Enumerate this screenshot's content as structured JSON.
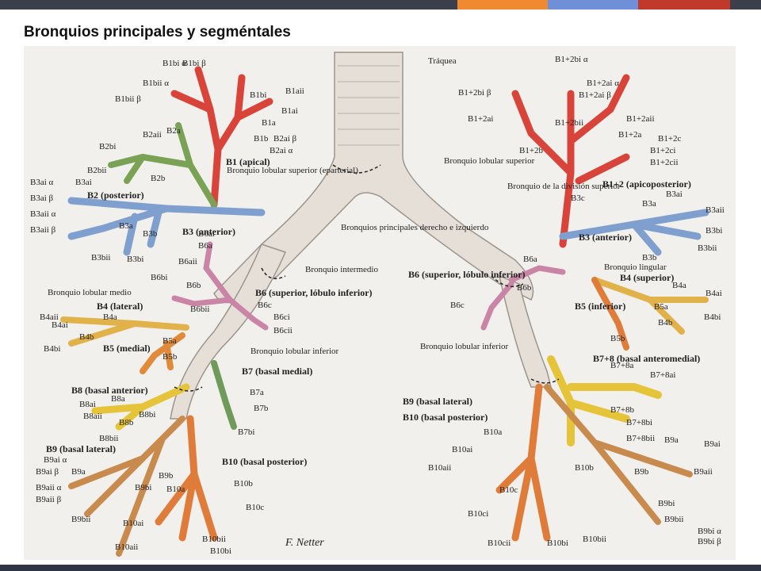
{
  "slide": {
    "title": "Bronquios principales  y segméntales",
    "signature": "F. Netter",
    "stripe_colors": [
      "#f08a30",
      "#6f8fd8",
      "#c0392b"
    ]
  },
  "labels": {
    "traquea": "Tráquea",
    "principales": "Bronquios principales derecho e izquierdo",
    "intermedio": "Bronquio intermedio",
    "lob_sup_der": "Bronquio lobular superior (eparterial)",
    "lob_medio": "Bronquio lobular medio",
    "lob_inf_der": "Bronquio lobular inferior",
    "lob_sup_izq": "Bronquio lobular superior",
    "div_sup": "Bronquio de la división superior",
    "lingular": "Bronquio lingular",
    "lob_inf_izq": "Bronquio lobular inferior",
    "r_b1": "B1 (apical)",
    "r_b2": "B2 (posterior)",
    "r_b3": "B3 (anterior)",
    "r_b4": "B4 (lateral)",
    "r_b5": "B5 (medial)",
    "r_b6": "B6 (superior, lóbulo inferior)",
    "r_b7": "B7 (basal medial)",
    "r_b8": "B8 (basal anterior)",
    "r_b9": "B9 (basal lateral)",
    "r_b10": "B10 (basal posterior)",
    "l_b12": "B1+2 (apicoposterior)",
    "l_b3": "B3 (anterior)",
    "l_b4": "B4 (superior)",
    "l_b5": "B5 (inferior)",
    "l_b6": "B6 (superior, lóbulo inferior)",
    "l_b78": "B7+8 (basal anteromedial)",
    "l_b9": "B9 (basal lateral)",
    "l_b10": "B10 (basal posterior)"
  },
  "segment_labels_right": [
    "B1bi α",
    "B1bi β",
    "B1bii α",
    "B1bii β",
    "B1a",
    "B1ai",
    "B1aii",
    "B1b",
    "B1bi",
    "B2ai α",
    "B2ai β",
    "B2aii",
    "B2a",
    "B2bi",
    "B2bii",
    "B2b",
    "B3ai α",
    "B3ai β",
    "B3aii α",
    "B3aii β",
    "B3ai",
    "B3a",
    "B3b",
    "B3bi",
    "B3bii",
    "B4a",
    "B4ai",
    "B4aii",
    "B4b",
    "B4bi",
    "B5a",
    "B5b",
    "B6a",
    "B6ai",
    "B6aii",
    "B6b",
    "B6bi",
    "B6bii",
    "B6c",
    "B6ci",
    "B6cii",
    "B7a",
    "B7b",
    "B7bi",
    "B8a",
    "B8ai",
    "B8aii",
    "B8b",
    "B8bi",
    "B8bii",
    "B9a",
    "B9ai α",
    "B9ai β",
    "B9aii α",
    "B9aii β",
    "B9b",
    "B9bi",
    "B9bii",
    "B10a",
    "B10ai",
    "B10aii",
    "B10b",
    "B10bi",
    "B10bii",
    "B10c"
  ],
  "segment_labels_left": [
    "B1+2bi α",
    "B1+2bi β",
    "B1+2bii",
    "B1+2ai",
    "B1+2ai α",
    "B1+2ai β",
    "B1+2aii",
    "B1+2a",
    "B1+2b",
    "B1+2c",
    "B1+2ci",
    "B1+2cii",
    "B3a",
    "B3ai",
    "B3aii",
    "B3b",
    "B3bi",
    "B3bii",
    "B3c",
    "B4a",
    "B4ai",
    "B4b",
    "B4bi",
    "B5a",
    "B5b",
    "B6a",
    "B6b",
    "B6c",
    "B7+8a",
    "B7+8ai",
    "B7+8b",
    "B7+8bi",
    "B7+8bii",
    "B9a",
    "B9ai",
    "B9aii",
    "B9b",
    "B9bi",
    "B9bii",
    "B9bi α",
    "B9bi β",
    "B10a",
    "B10ai",
    "B10aii",
    "B10b",
    "B10bi",
    "B10bii",
    "B10c",
    "B10ci",
    "B10cii"
  ],
  "colors": {
    "trachea": "#e6dfd8",
    "apical": "#d9443a",
    "posterior": "#7aa254",
    "anterior": "#7f9fcf",
    "lateral_medial": "#e2b24a",
    "superior_inf": "#c984a6",
    "basal_medial": "#6f9a5a",
    "basal_anterior": "#e6c43a",
    "basal_lateral": "#c98a4e",
    "basal_posterior": "#e07c3a"
  }
}
